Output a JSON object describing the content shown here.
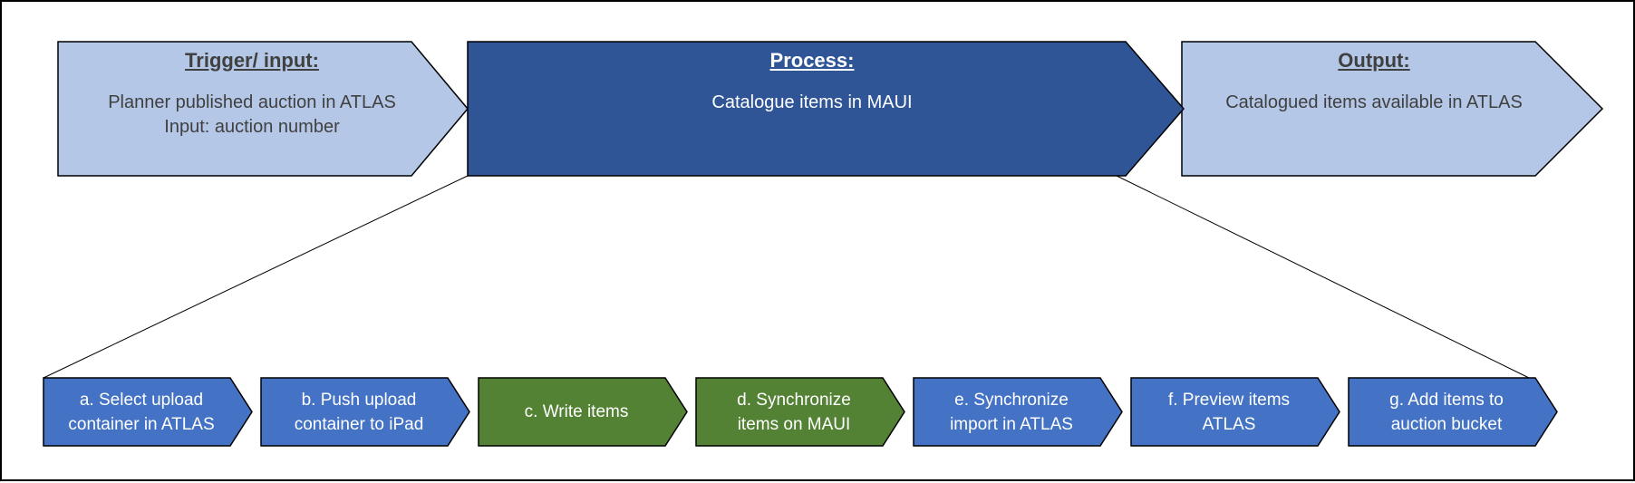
{
  "colors": {
    "light_blue": "#b4c7e7",
    "dark_blue": "#2f5597",
    "step_blue": "#4472c4",
    "step_green": "#548235",
    "outline": "#000000",
    "dark_text": "#404040",
    "light_text": "#ffffff"
  },
  "top_row": {
    "trigger": {
      "heading": "Trigger/ input:",
      "line1": "Planner published auction in ATLAS",
      "line2": "Input: auction number"
    },
    "process": {
      "heading": "Process:",
      "line1": "Catalogue items in MAUI"
    },
    "output": {
      "heading": "Output:",
      "line1": "Catalogued items available in ATLAS"
    }
  },
  "steps": [
    {
      "line1": "a. Select upload",
      "line2": "container in ATLAS",
      "color": "blue"
    },
    {
      "line1": "b. Push upload",
      "line2": "container to iPad",
      "color": "blue"
    },
    {
      "line1": "c. Write items",
      "line2": "",
      "color": "green"
    },
    {
      "line1": "d. Synchronize",
      "line2": "items on MAUI",
      "color": "green"
    },
    {
      "line1": "e. Synchronize",
      "line2": "import in ATLAS",
      "color": "blue"
    },
    {
      "line1": "f. Preview items",
      "line2": "ATLAS",
      "color": "blue"
    },
    {
      "line1": "g. Add items to",
      "line2": "auction bucket",
      "color": "blue"
    }
  ]
}
